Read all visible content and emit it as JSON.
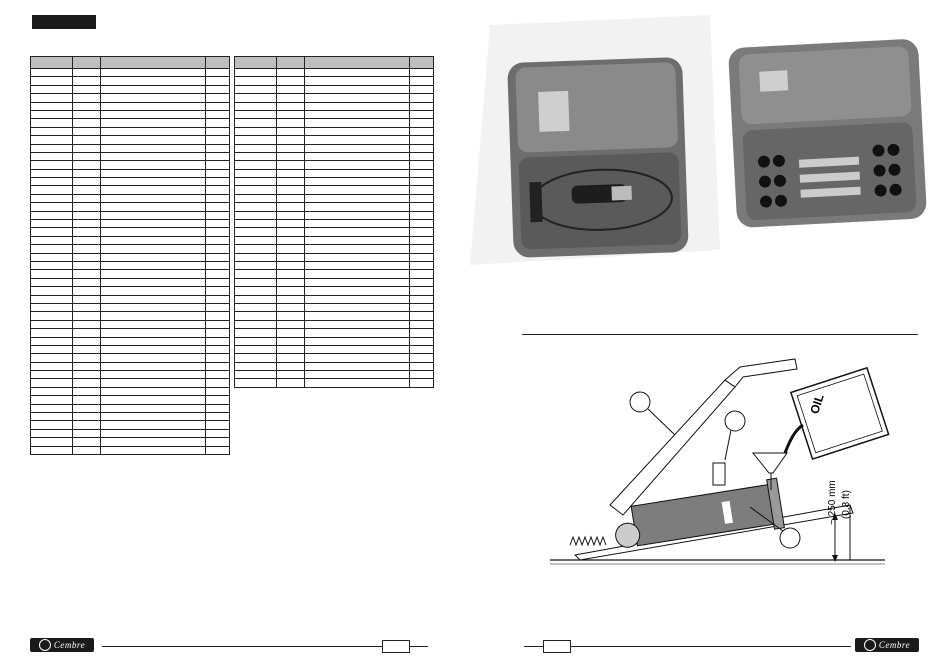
{
  "left_page": {
    "section_tab": "",
    "table1_rows": 46,
    "table2_rows": 38,
    "footer_logo": "Cembre",
    "page_number": ""
  },
  "right_page": {
    "photos": [
      "carrying case with pump and hose",
      "carrying case with dies"
    ],
    "diagram": {
      "label_oil": "OIL",
      "dimension_mm": "~ 250 mm",
      "dimension_ft": "(0.8 ft)",
      "callouts": [
        "",
        "",
        ""
      ]
    },
    "footer_logo": "Cembre",
    "page_number": ""
  }
}
